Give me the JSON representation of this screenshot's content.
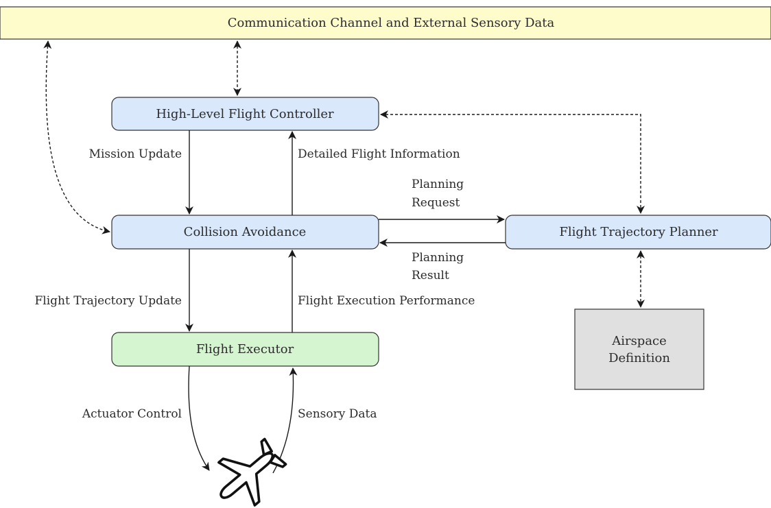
{
  "colors": {
    "channel_fill": "#fffccc",
    "controller_fill": "#dae8fc",
    "executor_fill": "#d5f5d0",
    "airspace_fill": "#e0e0e0",
    "stroke": "#333333"
  },
  "nodes": {
    "channel": "Communication Channel and External Sensory Data",
    "high_level": "High-Level Flight Controller",
    "collision": "Collision Avoidance",
    "planner": "Flight Trajectory Planner",
    "executor": "Flight Executor",
    "airspace_line1": "Airspace",
    "airspace_line2": "Definition"
  },
  "edges": {
    "mission_update": "Mission Update",
    "detailed_info": "Detailed Flight Information",
    "planning_request_1": "Planning",
    "planning_request_2": "Request",
    "planning_result_1": "Planning",
    "planning_result_2": "Result",
    "trajectory_update": "Flight Trajectory Update",
    "execution_performance": "Flight Execution Performance",
    "actuator_control": "Actuator Control",
    "sensory_data": "Sensory Data"
  },
  "icons": {
    "aircraft": "airplane-icon"
  }
}
